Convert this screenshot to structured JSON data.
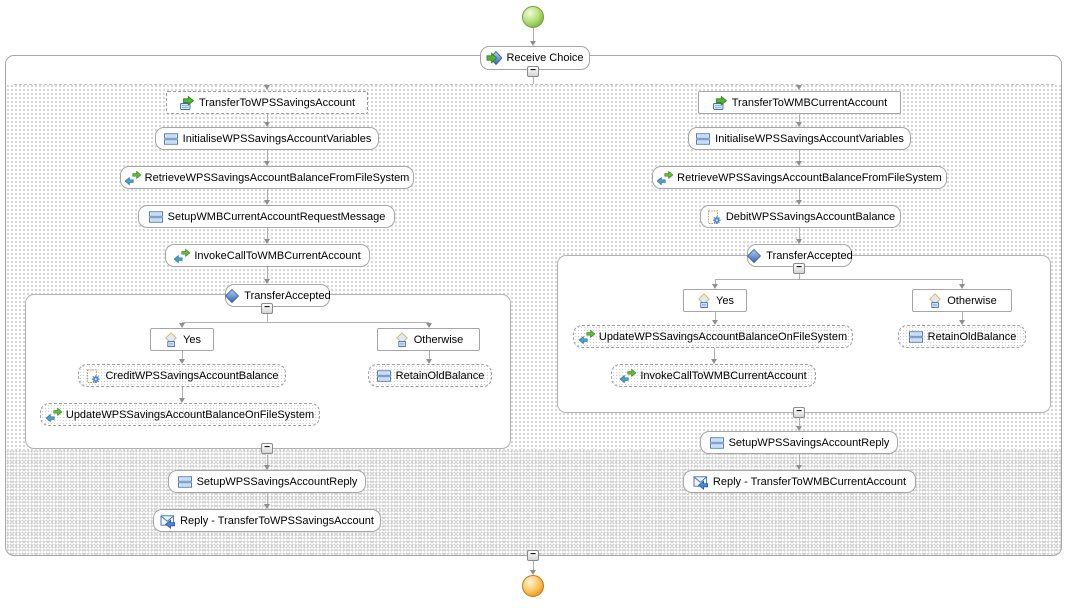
{
  "process": {
    "collapse_glyph": "−",
    "receive": {
      "label": "Receive Choice",
      "icon": "receive-choice-icon"
    },
    "branches": [
      {
        "header": {
          "label": "TransferToWPSSavingsAccount",
          "icon": "receive-case-icon"
        },
        "activities": [
          {
            "label": "InitialiseWPSSavingsAccountVariables",
            "icon": "assign-icon"
          },
          {
            "label": "RetrieveWPSSavingsAccountBalanceFromFileSystem",
            "icon": "invoke-icon"
          },
          {
            "label": "SetupWMBCurrentAccountRequestMessage",
            "icon": "assign-icon"
          },
          {
            "label": "InvokeCallToWMBCurrentAccount",
            "icon": "invoke-icon"
          }
        ],
        "choice": {
          "label": "TransferAccepted",
          "icon": "choice-icon",
          "cases": [
            {
              "label": "Yes",
              "icon": "case-icon",
              "activities": [
                {
                  "label": "CreditWPSSavingsAccountBalance",
                  "icon": "snippet-icon"
                },
                {
                  "label": "UpdateWPSSavingsAccountBalanceOnFileSystem",
                  "icon": "invoke-icon"
                }
              ]
            },
            {
              "label": "Otherwise",
              "icon": "case-icon",
              "activities": [
                {
                  "label": "RetainOldBalance",
                  "icon": "assign-icon"
                }
              ]
            }
          ]
        },
        "footer": [
          {
            "label": "SetupWPSSavingsAccountReply",
            "icon": "assign-icon"
          },
          {
            "label": "Reply - TransferToWPSSavingsAccount",
            "icon": "reply-icon"
          }
        ]
      },
      {
        "header": {
          "label": "TransferToWMBCurrentAccount",
          "icon": "receive-case-icon"
        },
        "activities": [
          {
            "label": "InitialiseWPSSavingsAccountVariables",
            "icon": "assign-icon"
          },
          {
            "label": "RetrieveWPSSavingsAccountBalanceFromFileSystem",
            "icon": "invoke-icon"
          },
          {
            "label": "DebitWPSSavingsAccountBalance",
            "icon": "snippet-icon"
          }
        ],
        "choice": {
          "label": "TransferAccepted",
          "icon": "choice-icon",
          "cases": [
            {
              "label": "Yes",
              "icon": "case-icon",
              "activities": [
                {
                  "label": "UpdateWPSSavingsAccountBalanceOnFileSystem",
                  "icon": "invoke-icon"
                },
                {
                  "label": "InvokeCallToWMBCurrentAccount",
                  "icon": "invoke-icon"
                }
              ]
            },
            {
              "label": "Otherwise",
              "icon": "case-icon",
              "activities": [
                {
                  "label": "RetainOldBalance",
                  "icon": "assign-icon"
                }
              ]
            }
          ]
        },
        "footer": [
          {
            "label": "SetupWPSSavingsAccountReply",
            "icon": "assign-icon"
          },
          {
            "label": "Reply - TransferToWMBCurrentAccount",
            "icon": "reply-icon"
          }
        ]
      }
    ]
  },
  "colors": {
    "start_node_green": "#8CC63F",
    "end_node_orange": "#F7941D",
    "choice_diamond_blue": "#3767B8",
    "invoke_green": "#66BD38",
    "invoke_blue": "#49A5CC",
    "assign_blue": "#3B6FB5",
    "connector_gray": "#B0B0B0"
  }
}
